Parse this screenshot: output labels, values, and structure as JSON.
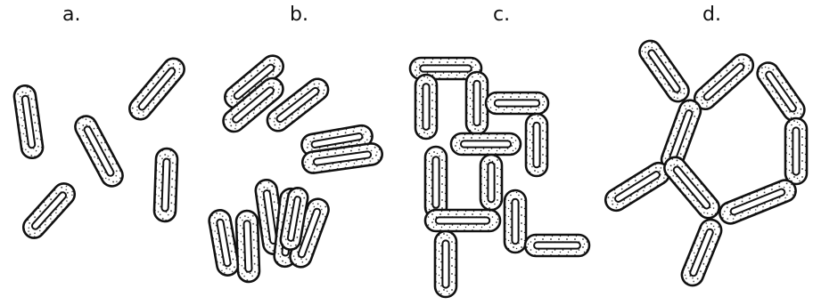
{
  "panels": [
    {
      "id": "a",
      "label": "a."
    },
    {
      "id": "b",
      "label": "b."
    },
    {
      "id": "c",
      "label": "c."
    },
    {
      "id": "d",
      "label": "d."
    }
  ]
}
